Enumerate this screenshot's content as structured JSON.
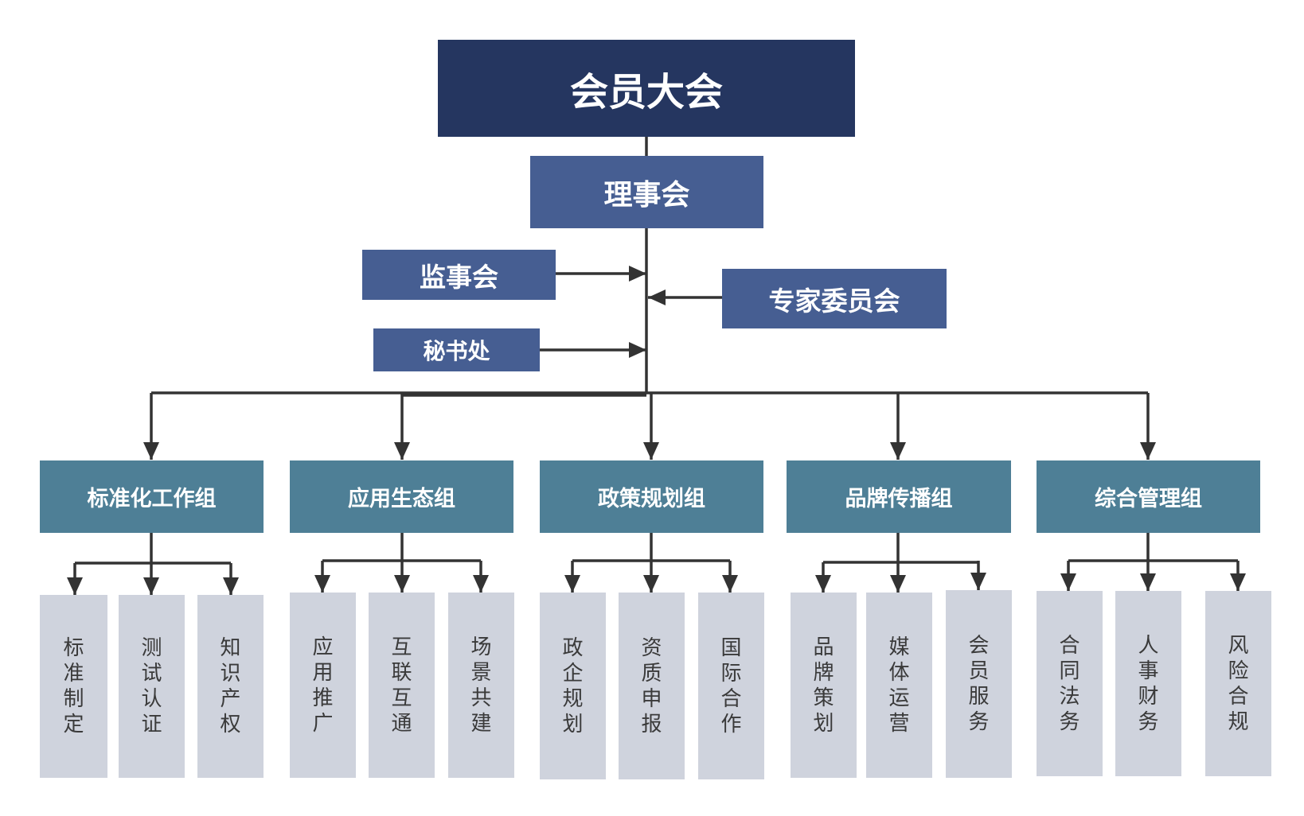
{
  "top": "会员大会",
  "council": "理事会",
  "supervisory": "监事会",
  "secretariat": "秘书处",
  "experts": "专家委员会",
  "groups": [
    {
      "name": "标准化工作组",
      "leaves": [
        "标准制定",
        "测试认证",
        "知识产权"
      ]
    },
    {
      "name": "应用生态组",
      "leaves": [
        "应用推广",
        "互联互通",
        "场景共建"
      ]
    },
    {
      "name": "政策规划组",
      "leaves": [
        "政企规划",
        "资质申报",
        "国际合作"
      ]
    },
    {
      "name": "品牌传播组",
      "leaves": [
        "品牌策划",
        "媒体运营",
        "会员服务"
      ]
    },
    {
      "name": "综合管理组",
      "leaves": [
        "合同法务",
        "人事财务",
        "风险合规"
      ]
    }
  ],
  "colors": {
    "top": "#253660",
    "mid": "#465e92",
    "group": "#4e7f96",
    "leaf": "#cfd3dd",
    "line": "#333333"
  }
}
